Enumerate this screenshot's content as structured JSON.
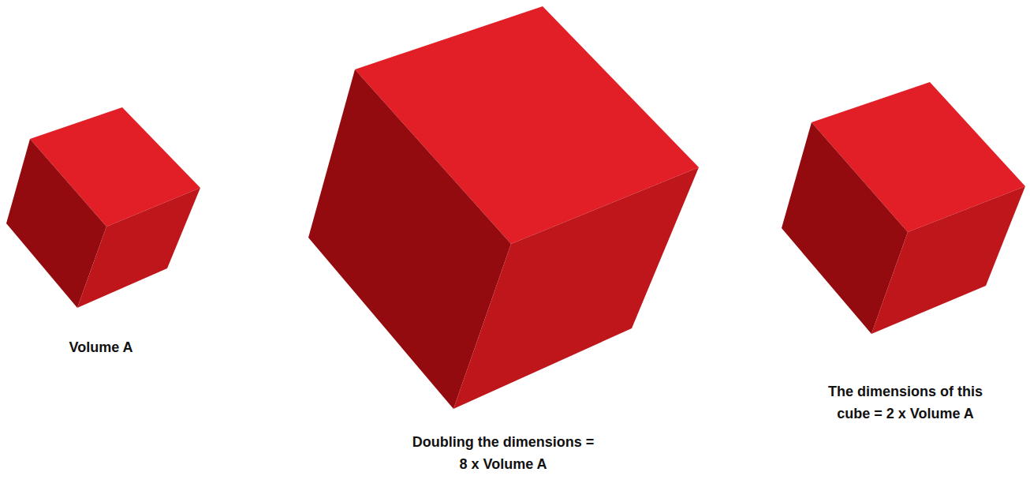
{
  "diagram": {
    "labels": [
      "Volume A",
      "Doubling the dimensions = 8 x Volume A",
      "The dimensions of this cube = 2 x Volume A"
    ]
  }
}
